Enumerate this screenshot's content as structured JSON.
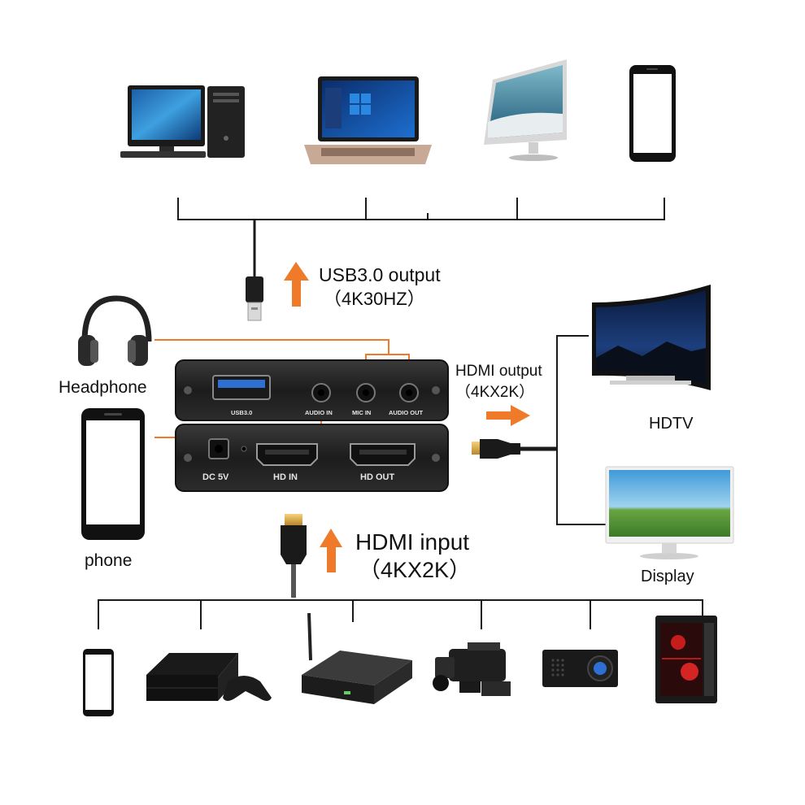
{
  "labels": {
    "usb_output": "USB3.0 output",
    "usb_output_spec": "（4K30HZ）",
    "hdmi_output": "HDMI output",
    "hdmi_output_spec": "（4KX2K）",
    "hdmi_input": "HDMI input",
    "hdmi_input_spec": "（4KX2K）",
    "headphone": "Headphone",
    "phone": "phone",
    "hdtv": "HDTV",
    "display": "Display"
  },
  "device_ports": {
    "usb": "USB3.0",
    "audio_in": "AUDIO IN",
    "mic_in": "MIC IN",
    "audio_out": "AUDIO OUT",
    "dc": "DC 5V",
    "hd_in": "HD IN",
    "hd_out": "HD OUT"
  },
  "icons": {
    "top_targets": [
      "desktop-pc-icon",
      "laptop-icon",
      "all-in-one-pc-icon",
      "smartphone-icon"
    ],
    "bottom_sources": [
      "smartphone-icon",
      "game-console-icon",
      "set-top-box-icon",
      "camcorder-icon",
      "projector-icon",
      "gaming-pc-icon"
    ],
    "outputs": [
      "hdtv-icon",
      "display-monitor-icon"
    ],
    "audio": "headphone-icon"
  },
  "colors": {
    "arrow": "#ef7b2a",
    "audio_line": "#ef7b2a",
    "device_body": "#222222",
    "tree_line": "#1a1a1a"
  }
}
